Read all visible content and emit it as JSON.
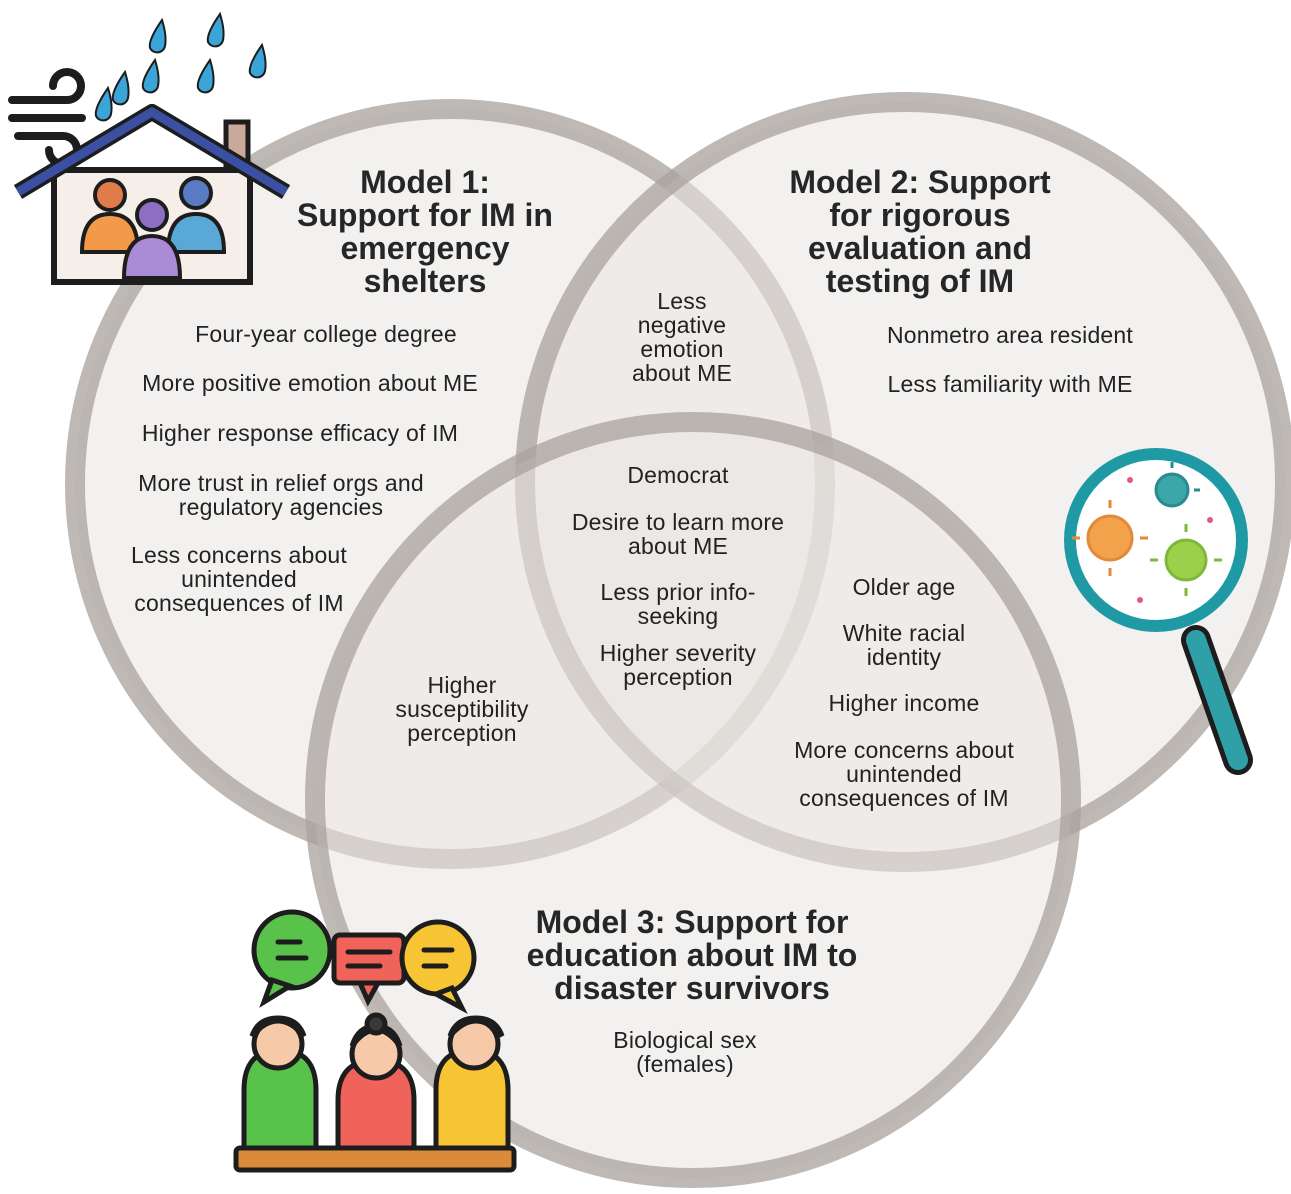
{
  "colors": {
    "circle_fill": "#e9e5e2",
    "circle_stroke": "#a9a19d",
    "text": "#222222",
    "house_roof": "#3b4fa3",
    "rain": "#3aa5d6",
    "magnifier_ring": "#1f9aa5",
    "bubble_green": "#58c24a",
    "bubble_red": "#f0635a",
    "bubble_yellow": "#f7c534"
  },
  "icons": [
    "house-family-rain-icon",
    "magnifier-virus-icon",
    "group-discussion-icon"
  ],
  "model1": {
    "title": "Model 1:\nSupport for IM in\nemergency\nshelters",
    "items": [
      "Four-year college degree",
      "More positive emotion about ME",
      "Higher response efficacy of IM",
      "More trust in relief orgs and\nregulatory agencies",
      "Less concerns about\nunintended\nconsequences of IM"
    ]
  },
  "model2": {
    "title": "Model 2: Support\nfor rigorous\nevaluation and\ntesting of IM",
    "items": [
      "Nonmetro area resident",
      "Less familiarity with ME"
    ]
  },
  "model3": {
    "title": "Model 3: Support for\neducation about IM to\ndisaster survivors",
    "items": [
      "Biological sex\n(females)"
    ]
  },
  "overlap_1_2": [
    "Less\nnegative\nemotion\nabout ME"
  ],
  "overlap_1_3": [
    "Higher\nsusceptibility\nperception"
  ],
  "overlap_2_3": [
    "Older age",
    "White racial\nidentity",
    "Higher income",
    "More concerns about\nunintended\nconsequences of IM"
  ],
  "overlap_all": [
    "Democrat",
    "Desire to learn more\nabout ME",
    "Less prior info-\nseeking",
    "Higher severity\nperception"
  ]
}
